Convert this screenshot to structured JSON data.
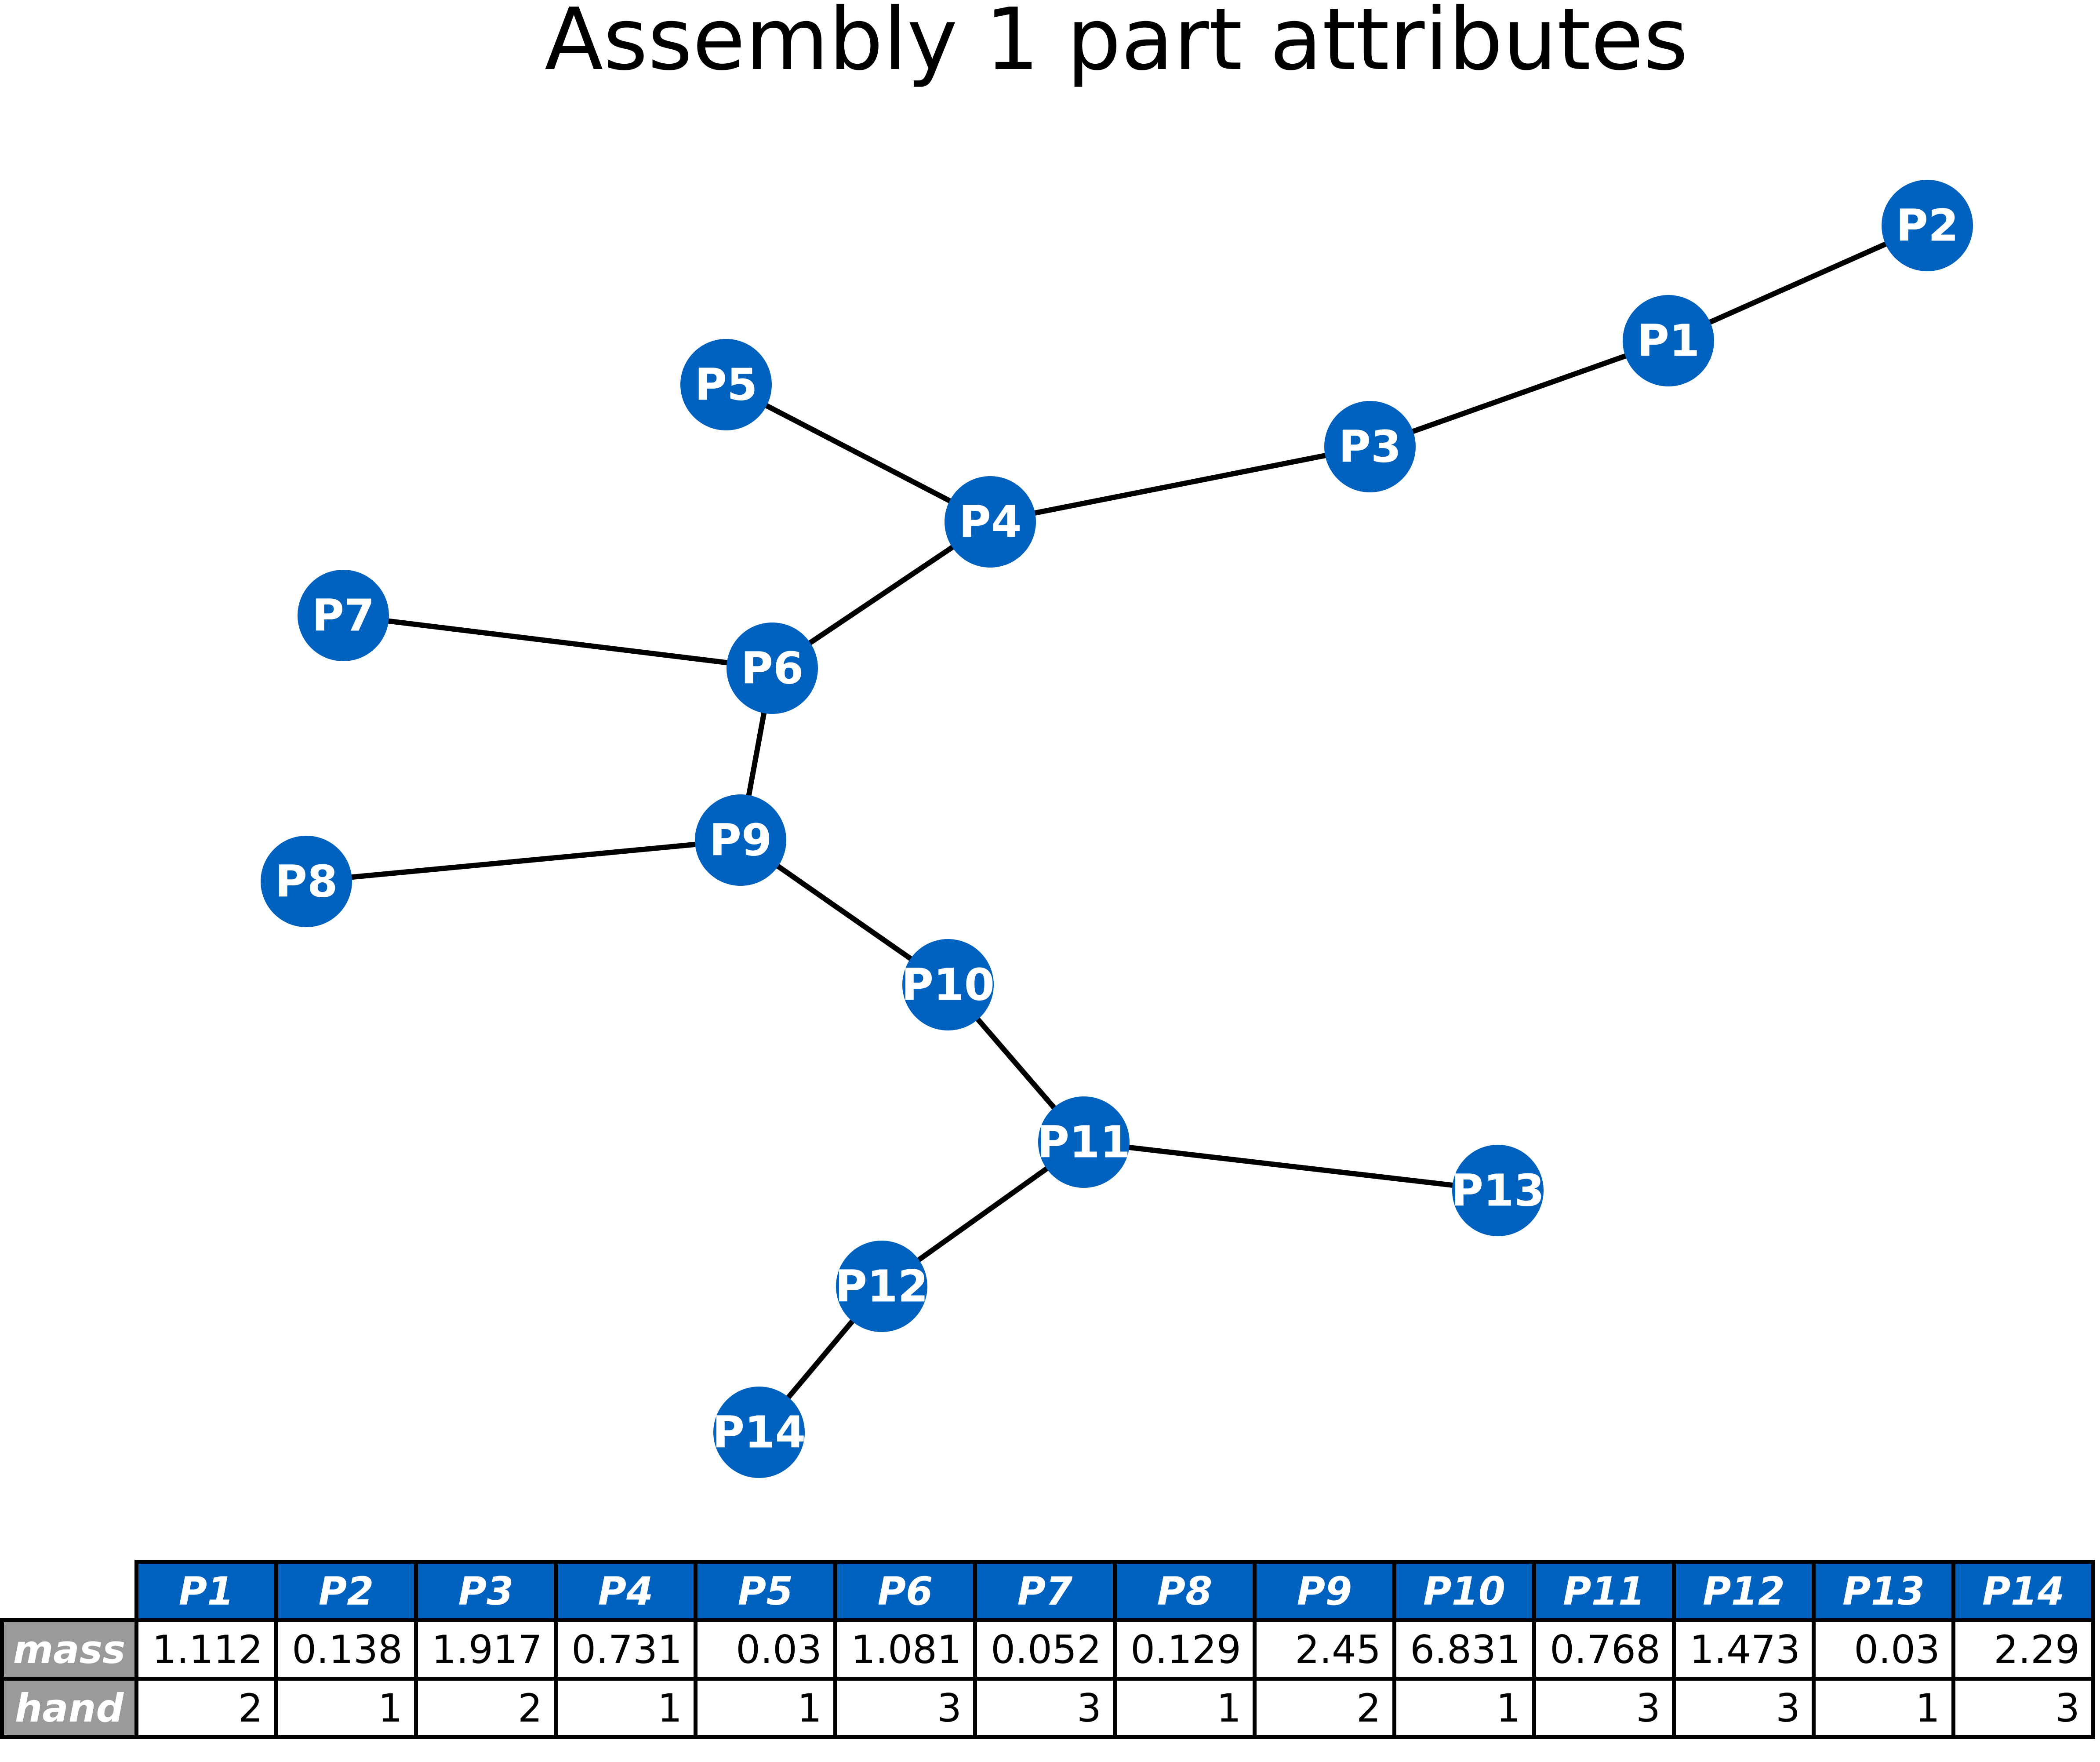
{
  "title": "Assembly 1 part attributes",
  "colors": {
    "node_fill": "#0062BE",
    "node_text": "#FFFFFF",
    "edge": "#000000",
    "table_col_header_bg": "#0062BE",
    "table_row_header_bg": "#9A9A9A"
  },
  "graph": {
    "nodes": [
      {
        "id": "P1",
        "label": "P1"
      },
      {
        "id": "P2",
        "label": "P2"
      },
      {
        "id": "P3",
        "label": "P3"
      },
      {
        "id": "P4",
        "label": "P4"
      },
      {
        "id": "P5",
        "label": "P5"
      },
      {
        "id": "P6",
        "label": "P6"
      },
      {
        "id": "P7",
        "label": "P7"
      },
      {
        "id": "P8",
        "label": "P8"
      },
      {
        "id": "P9",
        "label": "P9"
      },
      {
        "id": "P10",
        "label": "P10"
      },
      {
        "id": "P11",
        "label": "P11"
      },
      {
        "id": "P12",
        "label": "P12"
      },
      {
        "id": "P13",
        "label": "P13"
      },
      {
        "id": "P14",
        "label": "P14"
      }
    ],
    "edges": [
      [
        "P2",
        "P1"
      ],
      [
        "P1",
        "P3"
      ],
      [
        "P3",
        "P4"
      ],
      [
        "P5",
        "P4"
      ],
      [
        "P4",
        "P6"
      ],
      [
        "P7",
        "P6"
      ],
      [
        "P6",
        "P9"
      ],
      [
        "P8",
        "P9"
      ],
      [
        "P9",
        "P10"
      ],
      [
        "P10",
        "P11"
      ],
      [
        "P11",
        "P13"
      ],
      [
        "P11",
        "P12"
      ],
      [
        "P12",
        "P14"
      ]
    ]
  },
  "table": {
    "columns": [
      "P1",
      "P2",
      "P3",
      "P4",
      "P5",
      "P6",
      "P7",
      "P8",
      "P9",
      "P10",
      "P11",
      "P12",
      "P13",
      "P14"
    ],
    "rows": [
      {
        "label": "mass",
        "values": [
          "1.112",
          "0.138",
          "1.917",
          "0.731",
          "0.03",
          "1.081",
          "0.052",
          "0.129",
          "2.45",
          "6.831",
          "0.768",
          "1.473",
          "0.03",
          "2.29"
        ]
      },
      {
        "label": "hand",
        "values": [
          "2",
          "1",
          "2",
          "1",
          "1",
          "3",
          "3",
          "1",
          "2",
          "1",
          "3",
          "3",
          "1",
          "3"
        ]
      }
    ]
  }
}
